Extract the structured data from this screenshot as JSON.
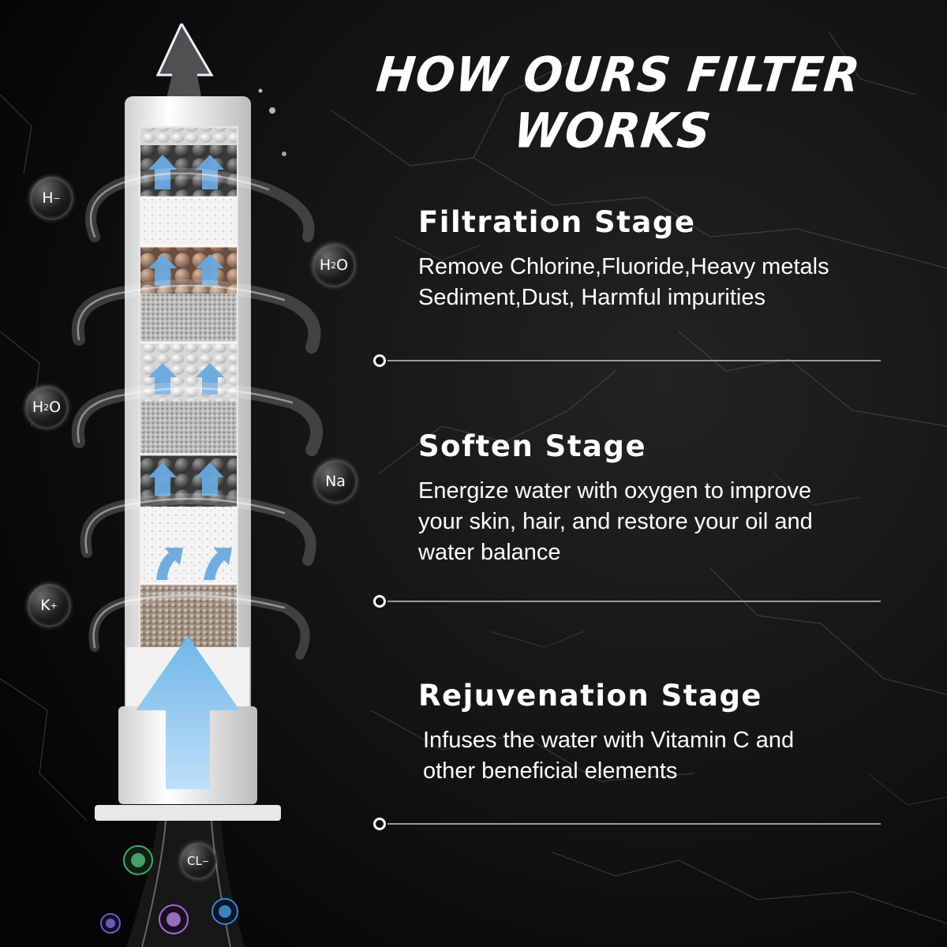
{
  "headline": "HOW OURS FILTER WORKS",
  "stages": [
    {
      "title": "Filtration Stage",
      "description": "Remove Chlorine,Fluoride,Heavy metals Sediment,Dust, Harmful impurities",
      "lines": [
        "Remove Chlorine,Fluoride,Heavy metals",
        "Sediment,Dust, Harmful impurities"
      ]
    },
    {
      "title": "Soften Stage",
      "description": "Energize water with oxygen to improve your skin, hair, and restore your oil and water balance",
      "lines": [
        "Energize water with oxygen to improve",
        "your skin, hair, and restore your oil and",
        "water balance"
      ]
    },
    {
      "title": "Rejuvenation Stage",
      "description": "Infuses the water with Vitamin C and other beneficial elements",
      "lines": [
        "Infuses the water with Vitamin C and",
        "other beneficial elements"
      ]
    }
  ],
  "bubbles": {
    "hydride": {
      "base": "H",
      "sup": "−"
    },
    "water_1": {
      "base": "H",
      "sub": "2",
      "tail": "O"
    },
    "water_2": {
      "base": "H",
      "sub": "2",
      "tail": "O"
    },
    "sodium": {
      "base": "Na"
    },
    "potassium": {
      "base": "K",
      "sup": "+"
    },
    "chloride": {
      "base": "CL",
      "sup": "−"
    }
  },
  "colors": {
    "background": "#0b0b0b",
    "text": "#ffffff",
    "arrow_blue": "#7fbfec",
    "divider": "#9a9a9a"
  }
}
